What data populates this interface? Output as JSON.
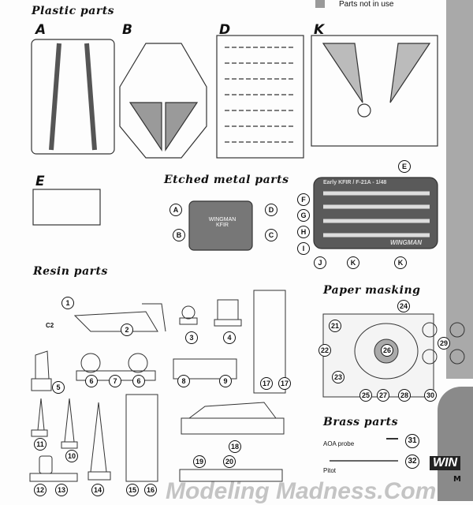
{
  "legend": {
    "label": "Parts not in use",
    "swatch_color": "#9a9a9a"
  },
  "plastic": {
    "title": "Plastic parts",
    "sprues": [
      "A",
      "B",
      "D",
      "K",
      "E"
    ]
  },
  "etched": {
    "title": "Etched metal parts",
    "small_fret": {
      "text": "WINGMAN KFIR",
      "labels": [
        "A",
        "B",
        "C",
        "D"
      ]
    },
    "large_fret": {
      "title": "Early KFIR / F-21A - 1/48",
      "brand": "WINGMAN",
      "labels": [
        "E",
        "F",
        "G",
        "H",
        "I",
        "J",
        "K",
        "K"
      ]
    }
  },
  "resin": {
    "title": "Resin parts",
    "part_c2": "C2",
    "numbers": [
      "1",
      "2",
      "3",
      "4",
      "5",
      "6",
      "7",
      "6",
      "8",
      "9",
      "17",
      "17",
      "18",
      "11",
      "10",
      "12",
      "13",
      "14",
      "15",
      "16",
      "19",
      "20"
    ]
  },
  "masking": {
    "title": "Paper masking",
    "numbers": [
      "24",
      "21",
      "22",
      "26",
      "29",
      "23",
      "25",
      "27",
      "28",
      "30"
    ]
  },
  "brass": {
    "title": "Brass parts",
    "items": [
      {
        "label": "AOA probe",
        "number": "31"
      },
      {
        "label": "Pitot",
        "number": "32"
      }
    ]
  },
  "watermark": "Modeling Madness.Com",
  "logo": {
    "text": "WIN",
    "sub": "M"
  }
}
